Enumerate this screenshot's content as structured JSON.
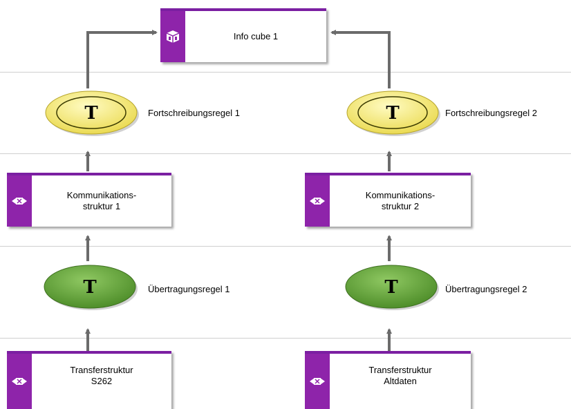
{
  "info_cube": {
    "label": "Info cube 1"
  },
  "left": {
    "update_rule": {
      "symbol": "T",
      "label": "Fortschreibungsregel 1"
    },
    "comm_structure": {
      "label": "Kommunikations-\nstruktur 1"
    },
    "transfer_rule": {
      "symbol": "T",
      "label": "Übertragungsregel 1"
    },
    "transfer_structure": {
      "label": "Transferstruktur\nS262"
    }
  },
  "right": {
    "update_rule": {
      "symbol": "T",
      "label": "Fortschreibungsregel 2"
    },
    "comm_structure": {
      "label": "Kommunikations-\nstruktur 2"
    },
    "transfer_rule": {
      "symbol": "T",
      "label": "Übertragungsregel 2"
    },
    "transfer_structure": {
      "label": "Transferstruktur\nAltdaten"
    }
  },
  "colors": {
    "object_accent": "#8e24aa",
    "update_rule_fill": "#f3ec7a",
    "transfer_rule_fill": "#5d9a34",
    "connector": "#6b6b6b"
  }
}
